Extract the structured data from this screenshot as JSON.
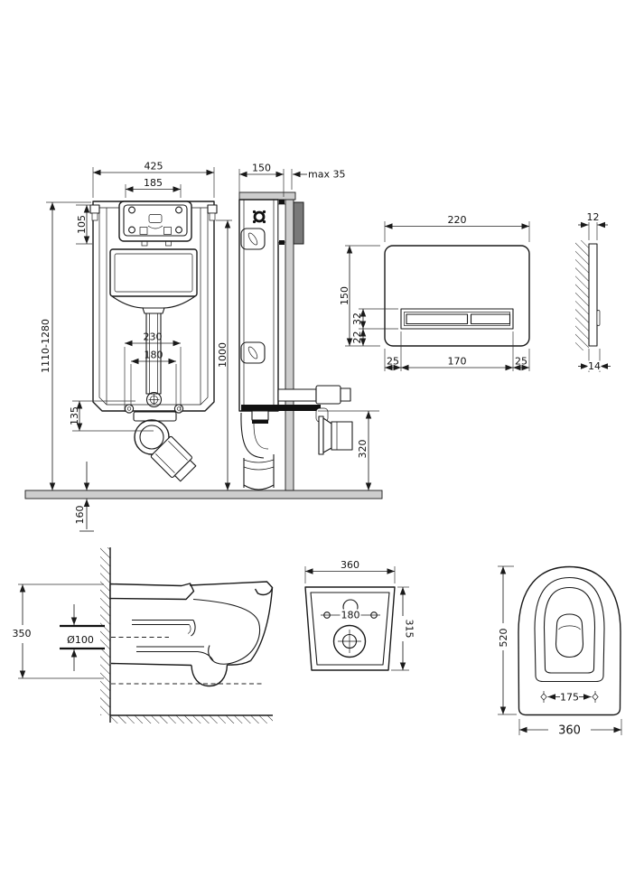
{
  "dims": {
    "frame_front": {
      "width": "425",
      "service_opening": "185",
      "top_section": "105",
      "height_range": "1110-1280",
      "fixing_spacing_outer": "230",
      "fixing_spacing_inner": "180",
      "outlet_drop": "135",
      "below_floor": "160"
    },
    "frame_side": {
      "depth": "150",
      "wall_finish_max": "max 35",
      "height": "1000",
      "outlet_height": "320"
    },
    "plate_front": {
      "width": "220",
      "height": "150",
      "button_height": "32",
      "button_bottom_offset": "22",
      "left_margin": "25",
      "buttons_width": "170",
      "right_margin": "25"
    },
    "plate_side": {
      "thickness_top": "12",
      "thickness_bottom": "14"
    },
    "bowl_side": {
      "mount_height": "350",
      "pipe_diameter": "Ø100"
    },
    "bowl_back": {
      "width": "360",
      "fixing_hole_spacing": "180",
      "height": "315"
    },
    "bowl_top": {
      "depth": "520",
      "seat_fixing_spacing": "175",
      "width": "360"
    }
  },
  "colors": {
    "line": "#1a1a1a",
    "dimension": "#222222",
    "wall_gray": "#cdcdcd",
    "plate_dark": "#787878",
    "background": "#ffffff"
  }
}
